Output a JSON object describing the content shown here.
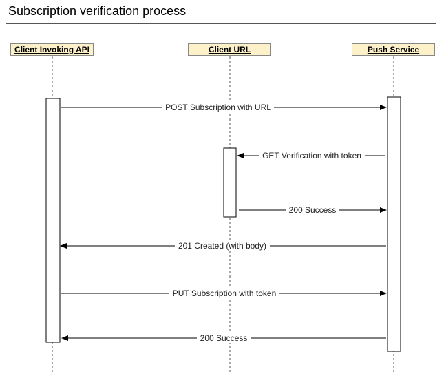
{
  "title": "Subscription verification process",
  "actors": [
    {
      "name": "Client Invoking API"
    },
    {
      "name": "Client URL"
    },
    {
      "name": "Push Service"
    }
  ],
  "messages": [
    {
      "label": "POST Subscription with URL",
      "from": 0,
      "to": 2
    },
    {
      "label": "GET Verification with token",
      "from": 2,
      "to": 1
    },
    {
      "label": "200 Success",
      "from": 1,
      "to": 2
    },
    {
      "label": "201 Created (with body)",
      "from": 2,
      "to": 0
    },
    {
      "label": "PUT Subscription with token",
      "from": 0,
      "to": 2
    },
    {
      "label": "200 Success",
      "from": 2,
      "to": 0
    }
  ],
  "colors": {
    "actor_fill": "#fdf1c9",
    "line": "#000000"
  }
}
